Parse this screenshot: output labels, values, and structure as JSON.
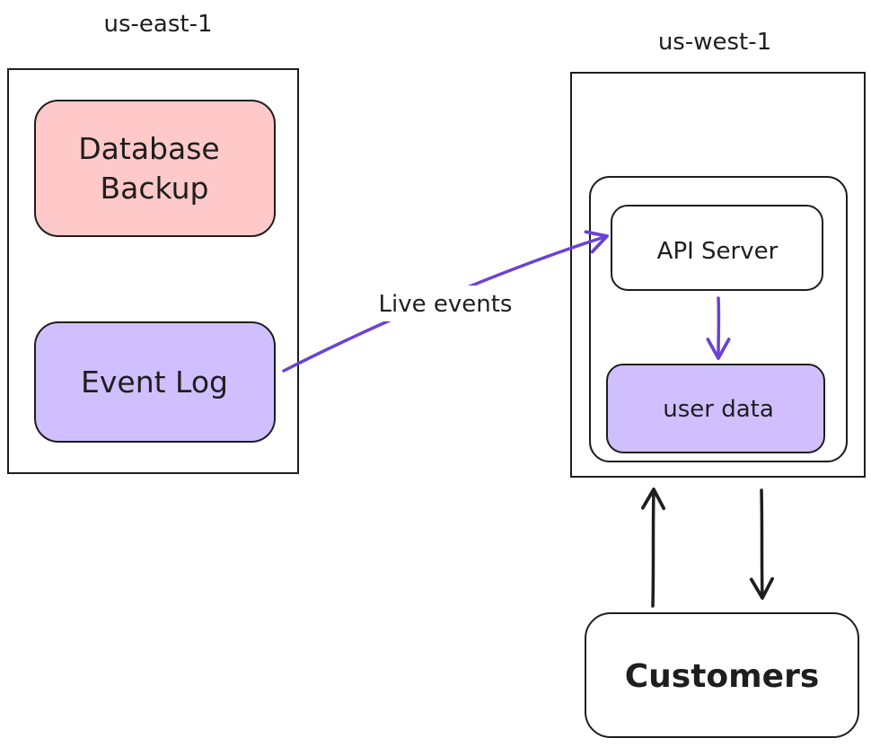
{
  "regions": {
    "east": {
      "label": "us-east-1"
    },
    "west": {
      "label": "us-west-1"
    }
  },
  "nodes": {
    "database_backup": {
      "line1": "Database",
      "line2": "Backup",
      "fill": "#ffc9c9"
    },
    "event_log": {
      "label": "Event Log",
      "fill": "#d0bfff"
    },
    "api_server": {
      "label": "API Server",
      "fill": "#ffffff"
    },
    "user_data": {
      "label": "user data",
      "fill": "#d0bfff"
    },
    "customers": {
      "label": "Customers",
      "fill": "#ffffff"
    }
  },
  "edges": {
    "live_events": {
      "label": "Live events",
      "color": "#6a41d8"
    }
  },
  "colors": {
    "stroke": "#1e1e1e",
    "accent": "#6a41d8"
  }
}
